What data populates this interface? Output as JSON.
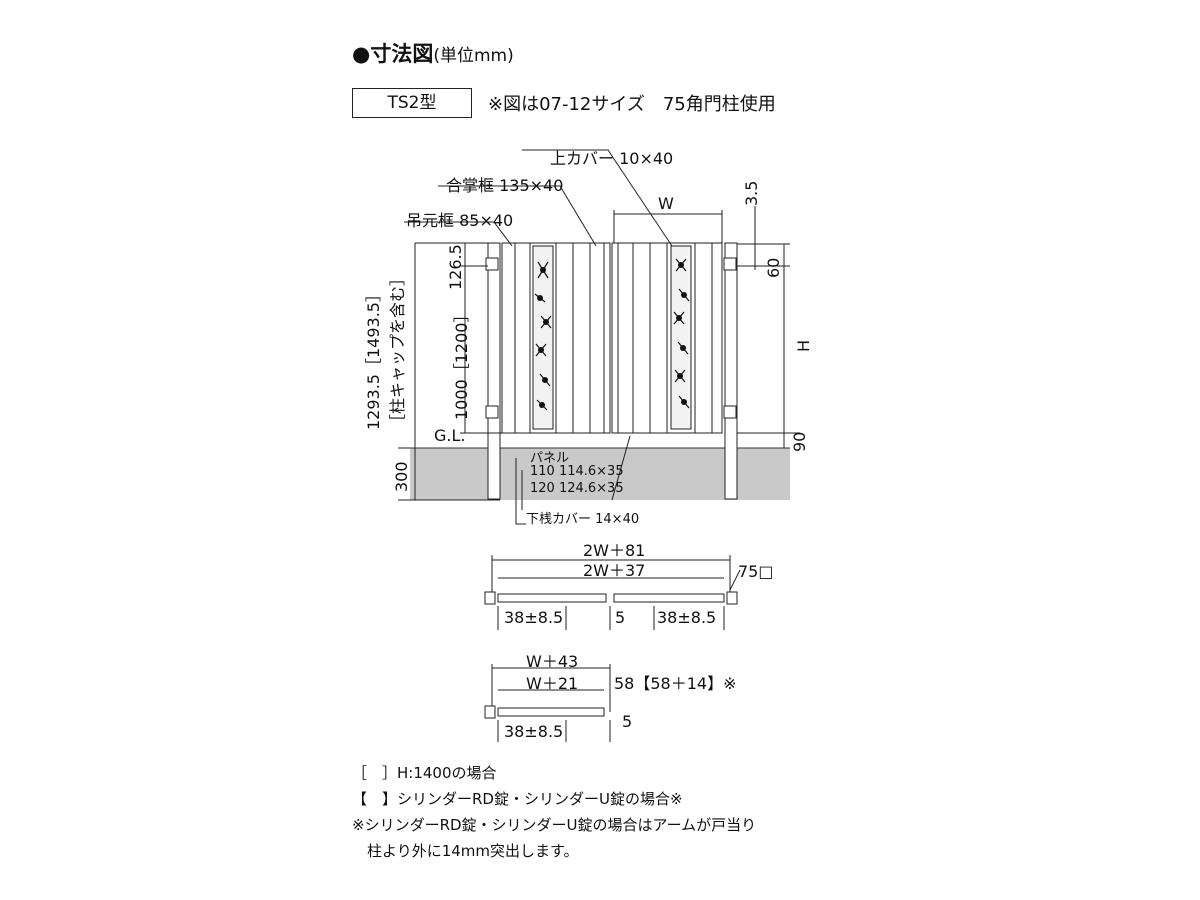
{
  "header": {
    "title": "●寸法図",
    "title_unit": "(単位mm)",
    "model": "TS2型",
    "note": "※図は07-12サイズ　75角門柱使用"
  },
  "callouts": {
    "top_cover": "上カバー 10×40",
    "meeting_frame": "合掌框 135×40",
    "hinge_frame": "吊元框 85×40",
    "width": "W",
    "height": "H",
    "gap_top": "3.5",
    "top_offset": "60",
    "bottom_offset": "90",
    "upper_dim": "126.5",
    "overall_height": "1293.5［1493.5］",
    "overall_height_note": "［柱キャップを含む］",
    "panel_height": "1000［1200］",
    "ground_line": "G.L.",
    "embed_depth": "300",
    "panel_label": "パネル",
    "panel_110": "110 114.6×35",
    "panel_120": "120 124.6×35",
    "bottom_cover": "下桟カバー 14×40"
  },
  "plan_double": {
    "outer": "2W＋81",
    "inner": "2W＋37",
    "post": "75□",
    "left_gap": "38±8.5",
    "center_gap": "5",
    "right_gap": "38±8.5"
  },
  "plan_single": {
    "outer": "W＋43",
    "inner": "W＋21",
    "depth": "58【58＋14】※",
    "left_gap": "38±8.5",
    "gap": "5"
  },
  "legend": {
    "line1": "［　］H:1400の場合",
    "line2": "【　】シリンダーRD錠・シリンダーU錠の場合※",
    "line3": "※シリンダーRD錠・シリンダーU錠の場合はアームが戸当り",
    "line4": "　柱より外に14mm突出します。"
  }
}
